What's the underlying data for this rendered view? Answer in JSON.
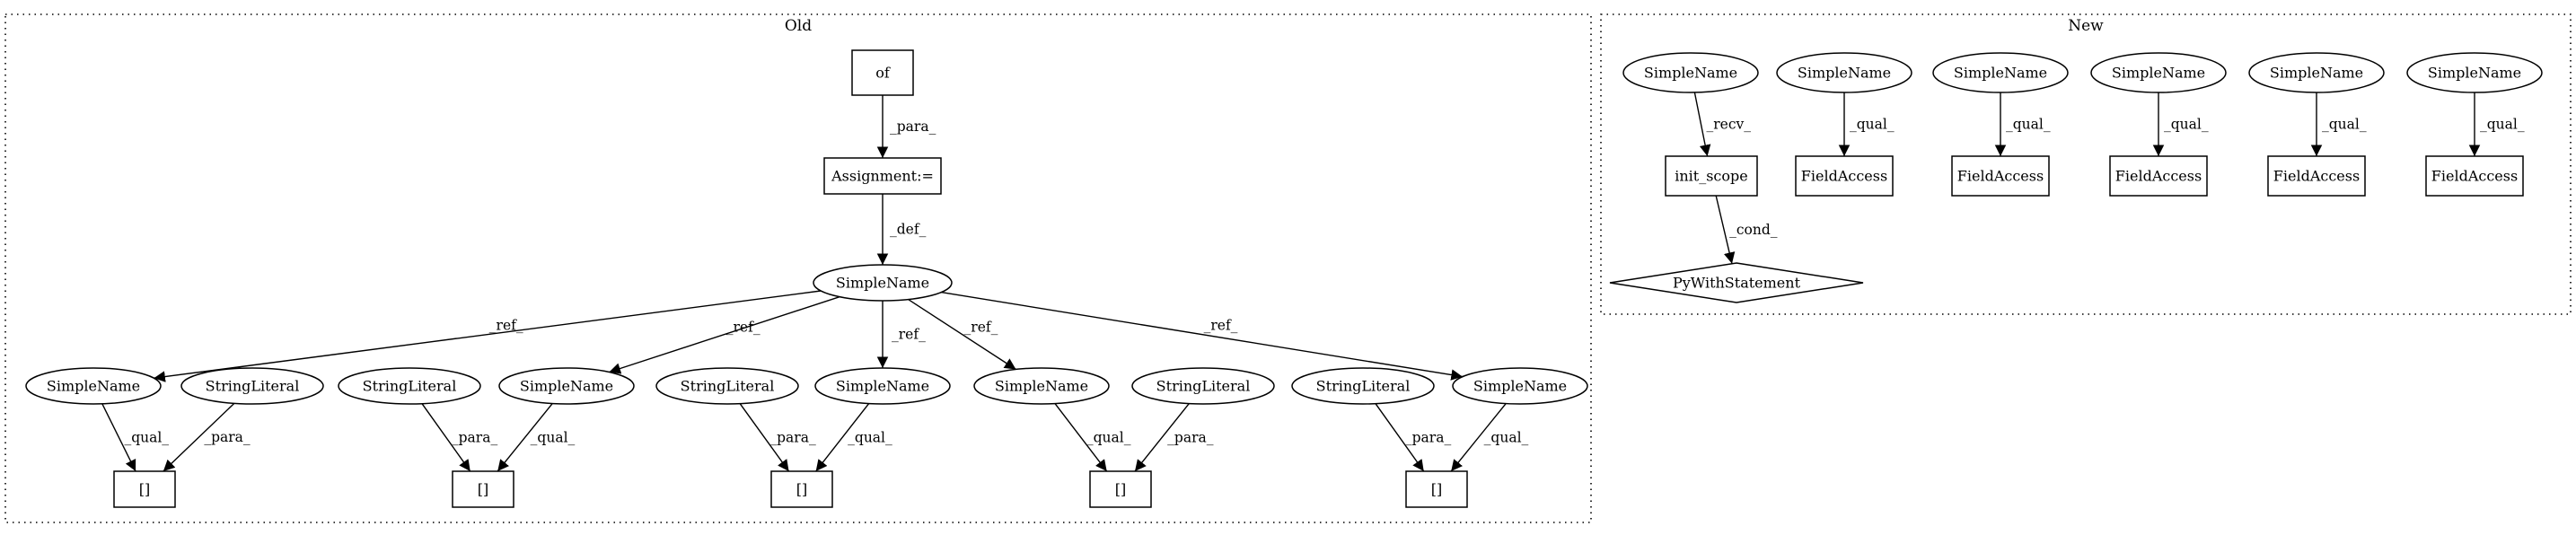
{
  "clusters": {
    "old": {
      "label": "Old"
    },
    "new": {
      "label": "New"
    }
  },
  "nodes": {
    "old_of": {
      "label": "of",
      "shape": "box"
    },
    "old_assign": {
      "label": "Assignment:=",
      "shape": "box"
    },
    "old_simplename_root": {
      "label": "SimpleName",
      "shape": "ellipse"
    },
    "old_sn1": {
      "label": "SimpleName",
      "shape": "ellipse"
    },
    "old_sl1": {
      "label": "StringLiteral",
      "shape": "ellipse"
    },
    "old_br1": {
      "label": "[]",
      "shape": "box"
    },
    "old_sl2": {
      "label": "StringLiteral",
      "shape": "ellipse"
    },
    "old_sn2": {
      "label": "SimpleName",
      "shape": "ellipse"
    },
    "old_br2": {
      "label": "[]",
      "shape": "box"
    },
    "old_sl3": {
      "label": "StringLiteral",
      "shape": "ellipse"
    },
    "old_sn3": {
      "label": "SimpleName",
      "shape": "ellipse"
    },
    "old_br3": {
      "label": "[]",
      "shape": "box"
    },
    "old_sn4": {
      "label": "SimpleName",
      "shape": "ellipse"
    },
    "old_sl4": {
      "label": "StringLiteral",
      "shape": "ellipse"
    },
    "old_br4": {
      "label": "[]",
      "shape": "box"
    },
    "old_sl5": {
      "label": "StringLiteral",
      "shape": "ellipse"
    },
    "old_sn5": {
      "label": "SimpleName",
      "shape": "ellipse"
    },
    "old_br5": {
      "label": "[]",
      "shape": "box"
    },
    "new_sn0": {
      "label": "SimpleName",
      "shape": "ellipse"
    },
    "new_init_scope": {
      "label": "init_scope",
      "shape": "box"
    },
    "new_pywith": {
      "label": "PyWithStatement",
      "shape": "diamond"
    },
    "new_sn1": {
      "label": "SimpleName",
      "shape": "ellipse"
    },
    "new_fa1": {
      "label": "FieldAccess",
      "shape": "box"
    },
    "new_sn2": {
      "label": "SimpleName",
      "shape": "ellipse"
    },
    "new_fa2": {
      "label": "FieldAccess",
      "shape": "box"
    },
    "new_sn3": {
      "label": "SimpleName",
      "shape": "ellipse"
    },
    "new_fa3": {
      "label": "FieldAccess",
      "shape": "box"
    },
    "new_sn4": {
      "label": "SimpleName",
      "shape": "ellipse"
    },
    "new_fa4": {
      "label": "FieldAccess",
      "shape": "box"
    },
    "new_sn5": {
      "label": "SimpleName",
      "shape": "ellipse"
    },
    "new_fa5": {
      "label": "FieldAccess",
      "shape": "box"
    }
  },
  "edges": [
    {
      "from": "old_of",
      "to": "old_assign",
      "label": "_para_"
    },
    {
      "from": "old_assign",
      "to": "old_simplename_root",
      "label": "_def_"
    },
    {
      "from": "old_simplename_root",
      "to": "old_sn1",
      "label": "_ref_"
    },
    {
      "from": "old_simplename_root",
      "to": "old_sn2",
      "label": "_ref_"
    },
    {
      "from": "old_simplename_root",
      "to": "old_sn3",
      "label": "_ref_"
    },
    {
      "from": "old_simplename_root",
      "to": "old_sn4",
      "label": "_ref_"
    },
    {
      "from": "old_simplename_root",
      "to": "old_sn5",
      "label": "_ref_"
    },
    {
      "from": "old_sn1",
      "to": "old_br1",
      "label": "_qual_"
    },
    {
      "from": "old_sl1",
      "to": "old_br1",
      "label": "_para_"
    },
    {
      "from": "old_sl2",
      "to": "old_br2",
      "label": "_para_"
    },
    {
      "from": "old_sn2",
      "to": "old_br2",
      "label": "_qual_"
    },
    {
      "from": "old_sl3",
      "to": "old_br3",
      "label": "_para_"
    },
    {
      "from": "old_sn3",
      "to": "old_br3",
      "label": "_qual_"
    },
    {
      "from": "old_sn4",
      "to": "old_br4",
      "label": "_qual_"
    },
    {
      "from": "old_sl4",
      "to": "old_br4",
      "label": "_para_"
    },
    {
      "from": "old_sl5",
      "to": "old_br5",
      "label": "_para_"
    },
    {
      "from": "old_sn5",
      "to": "old_br5",
      "label": "_qual_"
    },
    {
      "from": "new_sn0",
      "to": "new_init_scope",
      "label": "_recv_"
    },
    {
      "from": "new_init_scope",
      "to": "new_pywith",
      "label": "_cond_"
    },
    {
      "from": "new_sn1",
      "to": "new_fa1",
      "label": "_qual_"
    },
    {
      "from": "new_sn2",
      "to": "new_fa2",
      "label": "_qual_"
    },
    {
      "from": "new_sn3",
      "to": "new_fa3",
      "label": "_qual_"
    },
    {
      "from": "new_sn4",
      "to": "new_fa4",
      "label": "_qual_"
    },
    {
      "from": "new_sn5",
      "to": "new_fa5",
      "label": "_qual_"
    }
  ]
}
